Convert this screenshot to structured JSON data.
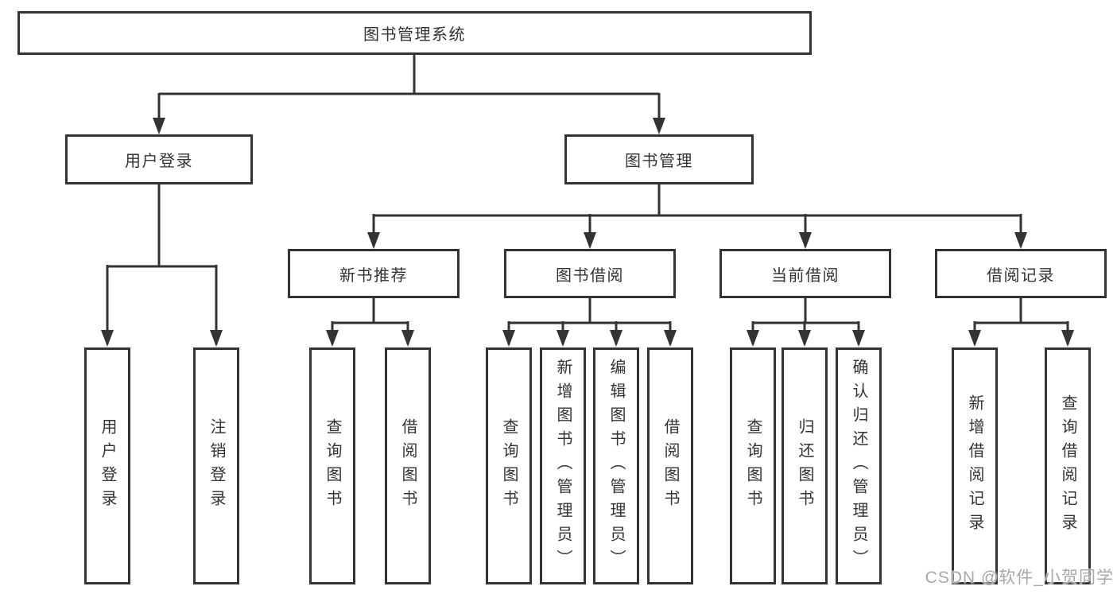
{
  "style": {
    "line_color": "#333333",
    "box_background": "#ffffff",
    "text_color": "#333333",
    "watermark_color": "#a8a8a8"
  },
  "tree": {
    "root": {
      "label": "图书管理系统"
    },
    "branches": [
      {
        "label": "用户登录",
        "children": [
          {
            "label": "用户登录"
          },
          {
            "label": "注销登录"
          }
        ]
      },
      {
        "label": "图书管理",
        "children": [
          {
            "label": "新书推荐",
            "children": [
              {
                "label": "查询图书"
              },
              {
                "label": "借阅图书"
              }
            ]
          },
          {
            "label": "图书借阅",
            "children": [
              {
                "label": "查询图书"
              },
              {
                "label": "新增图书（管理员）"
              },
              {
                "label": "编辑图书（管理员）"
              },
              {
                "label": "借阅图书"
              }
            ]
          },
          {
            "label": "当前借阅",
            "children": [
              {
                "label": "查询图书"
              },
              {
                "label": "归还图书"
              },
              {
                "label": "确认归还（管理员）"
              }
            ]
          },
          {
            "label": "借阅记录",
            "children": [
              {
                "label": "新增借阅记录"
              },
              {
                "label": "查询借阅记录"
              }
            ]
          }
        ]
      }
    ]
  },
  "watermark": {
    "text": "CSDN @软件_小贺同学"
  }
}
